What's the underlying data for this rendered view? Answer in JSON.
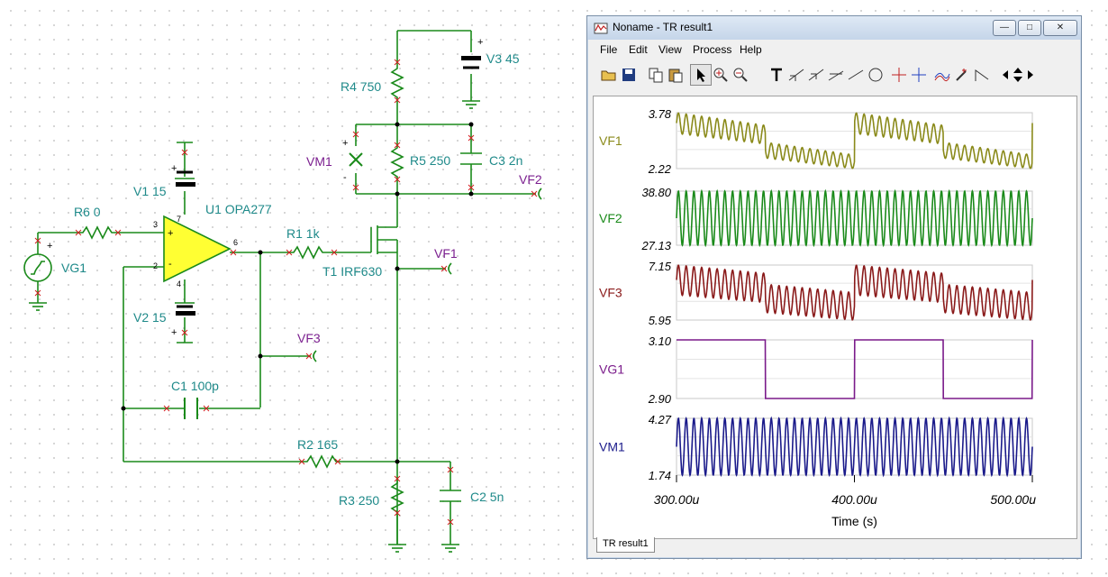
{
  "schematic": {
    "components": {
      "vg1": "VG1",
      "r6": "R6 0",
      "v1": "V1 15",
      "u1": "U1 OPA277",
      "v2": "V2 15",
      "r1": "R1 1k",
      "t1": "T1 IRF630",
      "r4": "R4 750",
      "v3": "V3 45",
      "vm1": "VM1",
      "r5": "R5 250",
      "c3": "C3 2n",
      "c1": "C1 100p",
      "r2": "R2 165",
      "r3": "R3 250",
      "c2": "C2 5n"
    },
    "probes": {
      "vf1": "VF1",
      "vf2": "VF2",
      "vf3": "VF3"
    },
    "pins": {
      "p3": "3",
      "p2": "2",
      "p6": "6",
      "p7": "7",
      "p4": "4"
    },
    "signs": {
      "plus": "+",
      "minus": "-"
    }
  },
  "window": {
    "title": "Noname - TR result1",
    "controls": {
      "minimize": "—",
      "maximize": "□",
      "close": "✕"
    },
    "menu": [
      "File",
      "Edit",
      "View",
      "Process",
      "Help"
    ],
    "status_tab": "TR result1"
  },
  "chart_data": {
    "type": "line",
    "xlabel": "Time (s)",
    "x_ticks": [
      "300.00u",
      "400.00u",
      "500.00u"
    ],
    "xlim": [
      0.0003,
      0.0005
    ],
    "series": [
      {
        "name": "VF1",
        "color": "#8a8a1a",
        "ymax_label": "3.78",
        "ymin_label": "2.22",
        "ylim": [
          2.22,
          3.78
        ],
        "shape": "sine_mod",
        "freq_kHz": 230,
        "high": [
          3.78,
          2.6
        ],
        "low": [
          3.2,
          2.22
        ]
      },
      {
        "name": "VF2",
        "color": "#1a8a1a",
        "ymax_label": "38.80",
        "ymin_label": "27.13",
        "ylim": [
          27.13,
          38.8
        ],
        "shape": "sine",
        "freq_kHz": 230,
        "high": 38.8,
        "low": 27.13
      },
      {
        "name": "VF3",
        "color": "#8a1a1a",
        "ymax_label": "7.15",
        "ymin_label": "5.95",
        "ylim": [
          5.95,
          7.15
        ],
        "shape": "sine_mod",
        "freq_kHz": 230,
        "high": [
          7.15,
          6.55
        ],
        "low": [
          6.5,
          5.95
        ]
      },
      {
        "name": "VG1",
        "color": "#7a1a8a",
        "ymax_label": "3.10",
        "ymin_label": "2.90",
        "ylim": [
          2.9,
          3.1
        ],
        "shape": "square",
        "period_us": 100,
        "first_fall_us": 350
      },
      {
        "name": "VM1",
        "color": "#1a1a8a",
        "ymax_label": "4.27",
        "ymin_label": "1.74",
        "ylim": [
          1.74,
          4.27
        ],
        "shape": "sine",
        "freq_kHz": 230,
        "high": 4.27,
        "low": 1.74
      }
    ],
    "grid": true,
    "legend": "left"
  }
}
